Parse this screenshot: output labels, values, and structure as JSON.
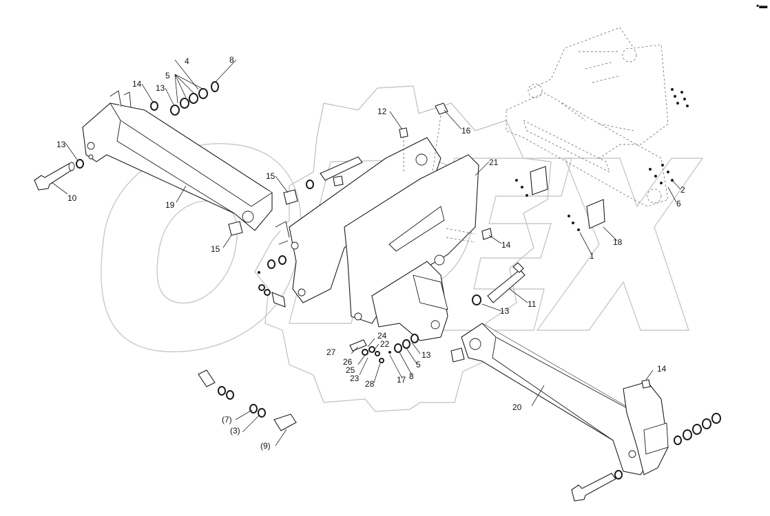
{
  "callouts": {
    "c1": "1",
    "c2": "2",
    "c3": "(3)",
    "c4": "4",
    "c5a": "5",
    "c5b": "5",
    "c6": "6",
    "c7": "(7)",
    "c8a": "8",
    "c8b": "8",
    "c9": "(9)",
    "c10": "10",
    "c11": "11",
    "c12": "12",
    "c13a": "13",
    "c13b": "13",
    "c13c": "13",
    "c13d": "13",
    "c14a": "14",
    "c14b": "14",
    "c14c": "14",
    "c15a": "15",
    "c15b": "15",
    "c16": "16",
    "c17": "17",
    "c18": "18",
    "c19": "19",
    "c20": "20",
    "c21": "21",
    "c22": "22",
    "c23": "23",
    "c24": "24",
    "c25": "25",
    "c26": "26",
    "c27": "27",
    "c28": "28"
  },
  "colors": {
    "line": "#1a1a1a",
    "watermark": "#c8c8c8",
    "background": "#ffffff"
  },
  "corner_mark": "▪▬"
}
